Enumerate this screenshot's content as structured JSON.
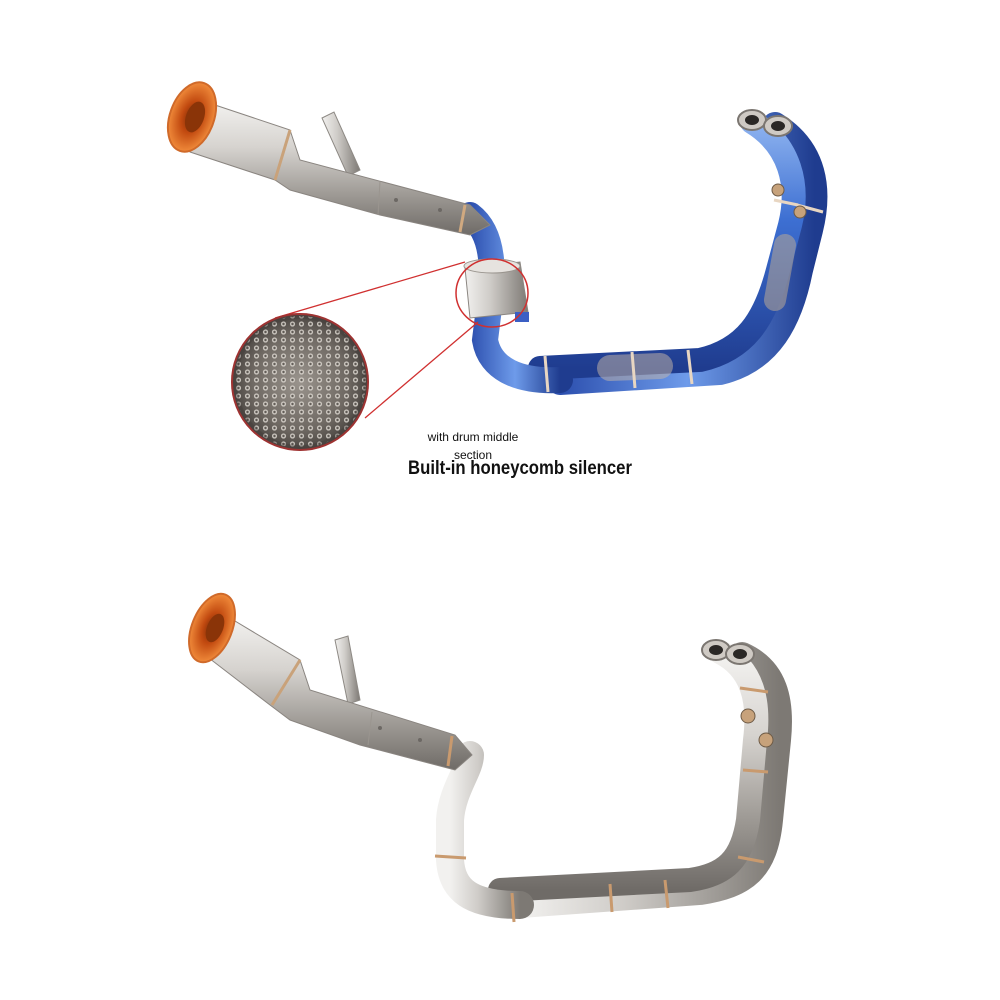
{
  "captions": {
    "small_line1": "with drum middle",
    "small_line2": "section",
    "main": "Built-in honeycomb silencer"
  },
  "colors": {
    "background": "#ffffff",
    "callout_line": "#d03030",
    "steel": "#b9b5b0",
    "titanium_blue": "#3d63c8",
    "tip_orange": "#e0601a"
  },
  "products": [
    {
      "name": "exhaust-system-blue-titanium"
    },
    {
      "name": "exhaust-system-stainless"
    }
  ]
}
